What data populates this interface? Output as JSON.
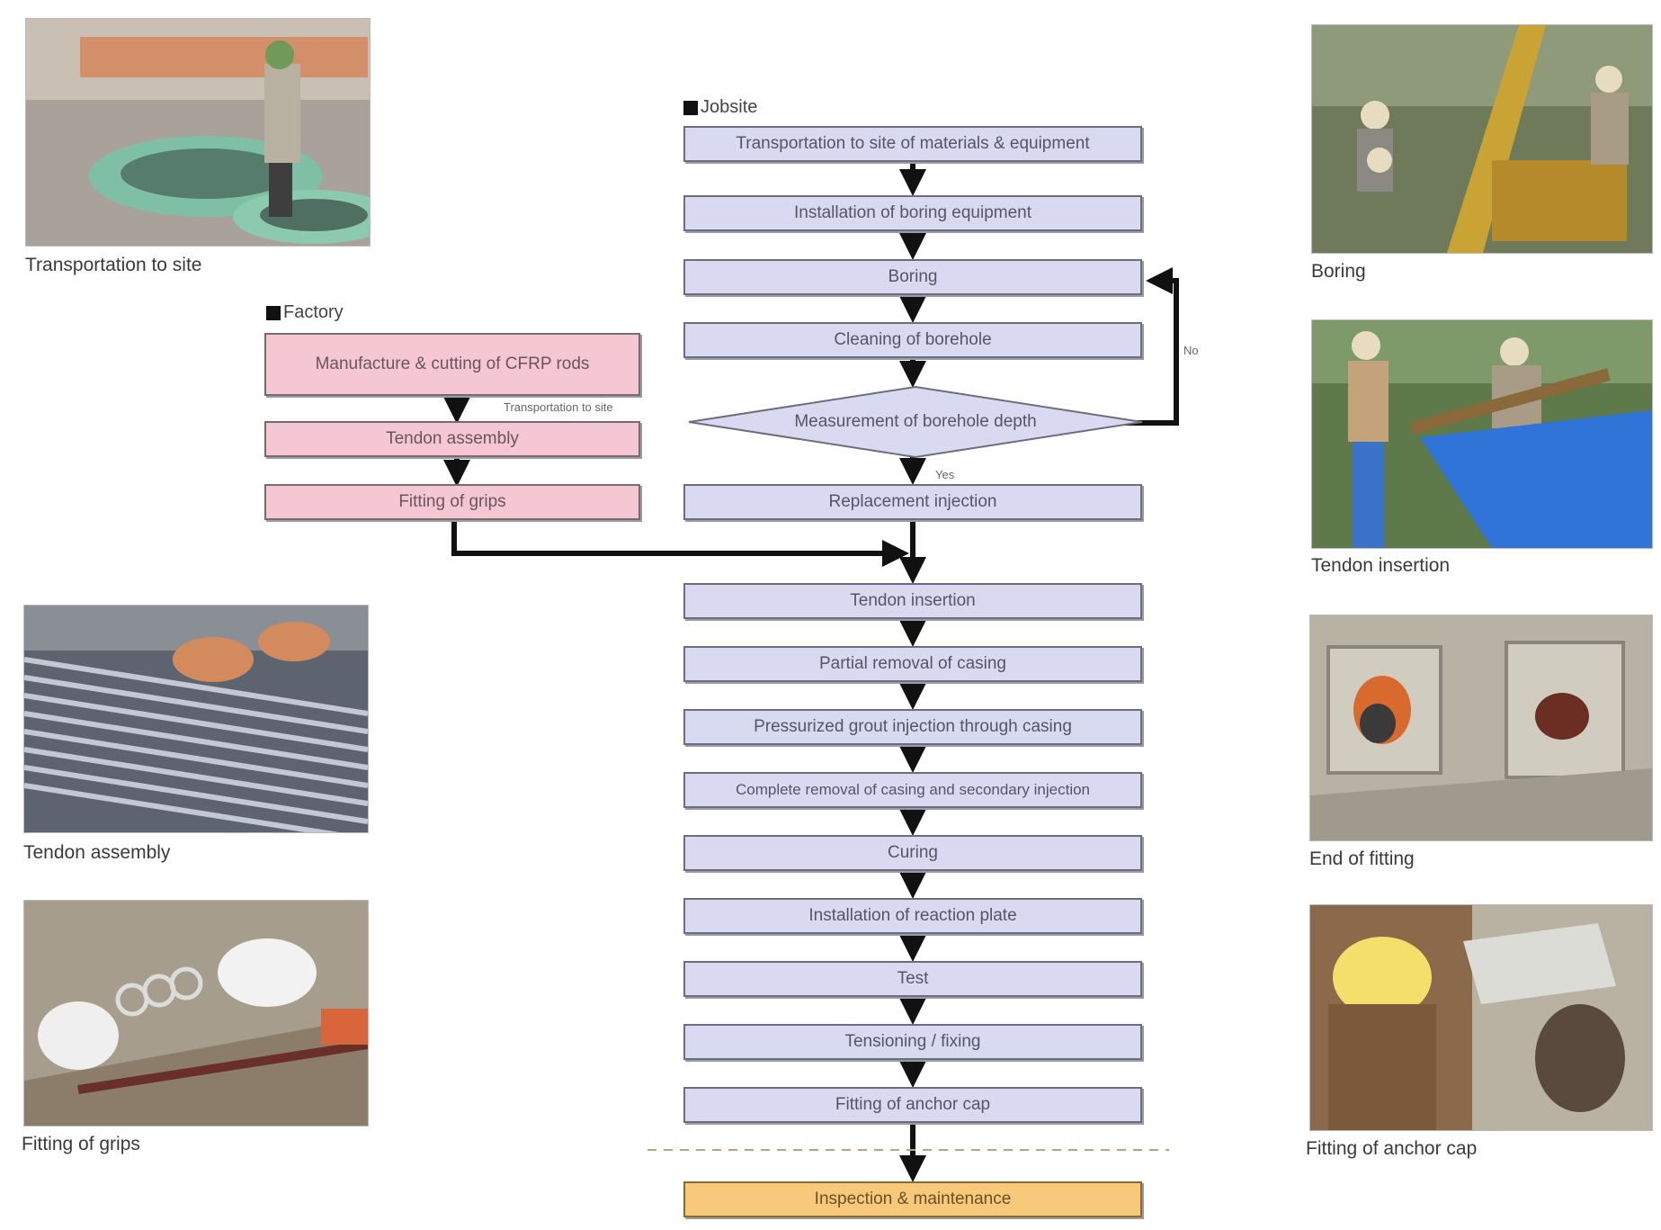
{
  "photos": {
    "left": [
      {
        "caption": "Transportation to site"
      },
      {
        "caption": "Tendon assembly"
      },
      {
        "caption": "Fitting of grips"
      }
    ],
    "right": [
      {
        "caption": "Boring"
      },
      {
        "caption": "Tendon insertion"
      },
      {
        "caption": "End of fitting"
      },
      {
        "caption": "Fitting of anchor cap"
      }
    ]
  },
  "factory": {
    "label": "Factory",
    "steps": [
      "Manufacture & cutting of CFRP rods",
      "Tendon assembly",
      "Fitting of grips"
    ],
    "transport_note": "Transportation to site"
  },
  "jobsite": {
    "label": "Jobsite",
    "steps": [
      "Transportation to site of materials & equipment",
      "Installation of boring equipment",
      "Boring",
      "Cleaning of borehole"
    ],
    "decision": "Measurement of borehole depth",
    "decision_yes": "Yes",
    "decision_no": "No",
    "steps_after": [
      "Replacement injection",
      "Tendon insertion",
      "Partial removal of casing",
      "Pressurized grout injection through casing",
      "Complete removal of casing and secondary injection",
      "Curing",
      "Installation of reaction plate",
      "Test",
      "Tensioning / fixing",
      "Fitting of anchor cap"
    ],
    "final_step": "Inspection & maintenance"
  },
  "colors": {
    "jobsite_box": "#d9d9f1",
    "factory_box": "#f4c7d2",
    "final_box": "#f8c97a",
    "arrow": "#111111"
  }
}
